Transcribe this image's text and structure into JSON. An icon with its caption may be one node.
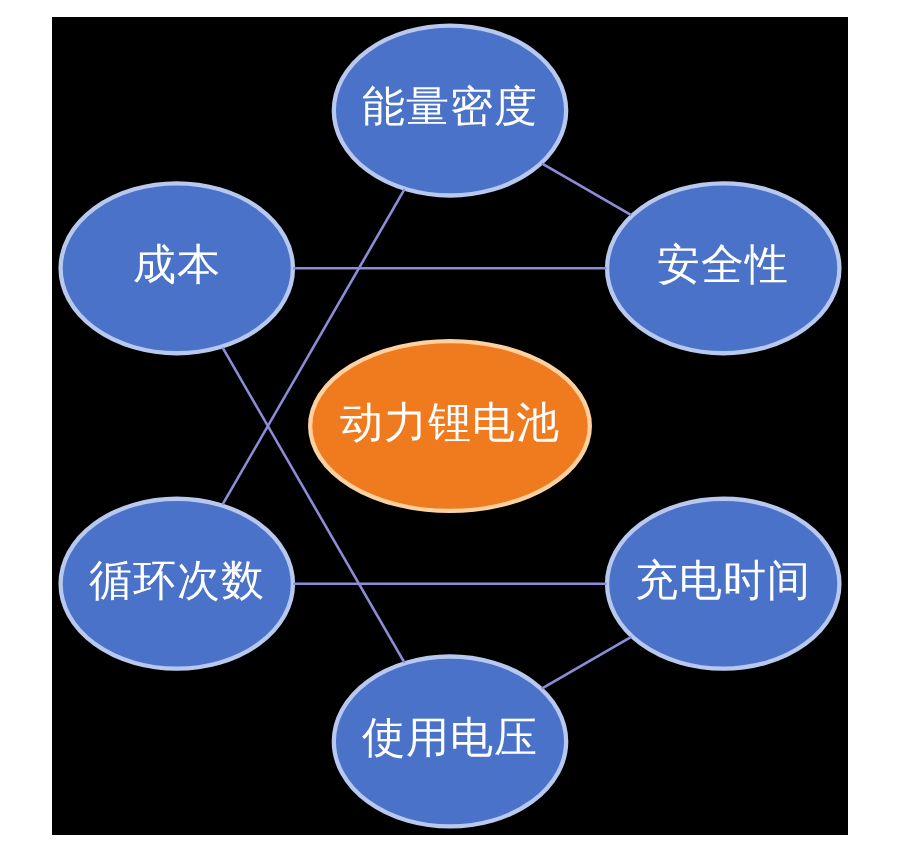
{
  "diagram": {
    "nodes": [
      {
        "text": [
          "安全性"
        ]
      },
      {
        "text": [
          "能量密度"
        ]
      },
      {
        "text": [
          "成本"
        ]
      },
      {
        "text": [
          "动力锂电池"
        ]
      },
      {
        "text": [
          "循环次数"
        ]
      },
      {
        "text": [
          "使用电压"
        ]
      },
      {
        "text": [
          "充电时间"
        ]
      }
    ],
    "edges": [
      {
        "from": 0,
        "to": 2,
        "arrow": "none"
      },
      {
        "from": 2,
        "to": 5,
        "arrow": "none"
      },
      {
        "from": 5,
        "to": 6,
        "arrow": "none"
      },
      {
        "from": 6,
        "to": 4,
        "arrow": "none"
      },
      {
        "from": 4,
        "to": 1,
        "arrow": "none"
      },
      {
        "from": 1,
        "to": 0,
        "arrow": "none"
      }
    ]
  }
}
